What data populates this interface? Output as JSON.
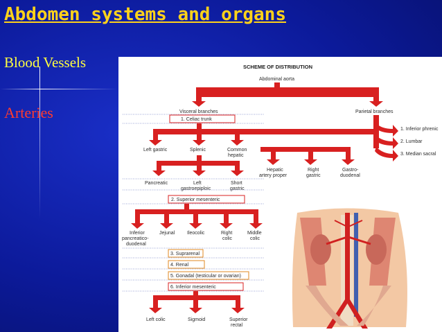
{
  "slide": {
    "title": "Abdomen systems and organs",
    "subtitle": "Blood Vessels",
    "section": "Arteries"
  },
  "diagram": {
    "heading": "SCHEME OF DISTRIBUTION",
    "root": "Abdominal aorta",
    "visceral": "Visceral branches",
    "parietal": "Parietal branches",
    "celiac": "1. Celiac trunk",
    "celiac_branches": [
      "Left gastric",
      "Splenic",
      "Common",
      "hepatic"
    ],
    "splenic_branches": [
      "Pancreatic",
      "Left",
      "gastroepiploic",
      "Short",
      "gastric"
    ],
    "hepatic_branches": [
      "Hepatic",
      "artery proper",
      "Right",
      "gastric",
      "Gastro-",
      "duodenal"
    ],
    "superior_mesenteric": "2. Superior mesenteric",
    "sma_branches": [
      "Inferior",
      "pancreatico-",
      "duodenal",
      "Jejunal",
      "Ileocolic",
      "Right",
      "colic",
      "Middle",
      "colic"
    ],
    "suprarenal": "3. Suprarenal",
    "renal": "4. Renal",
    "gonadal": "5. Gonadal (testicular or ovarian)",
    "inferior_mesenteric": "6. Inferior mesenteric",
    "ima_branches": [
      "Left colic",
      "Sigmoid",
      "Superior",
      "rectal"
    ],
    "parietal_branches": [
      "1. Inferior phrenic",
      "2. Lumbar",
      "3. Median sacral"
    ]
  },
  "colors": {
    "title": "#ffd21a",
    "subtitle": "#ffff40",
    "section": "#ff3b2f",
    "arrow": "#d82020",
    "box_red": "#d82020",
    "box_orange": "#e08a20"
  }
}
